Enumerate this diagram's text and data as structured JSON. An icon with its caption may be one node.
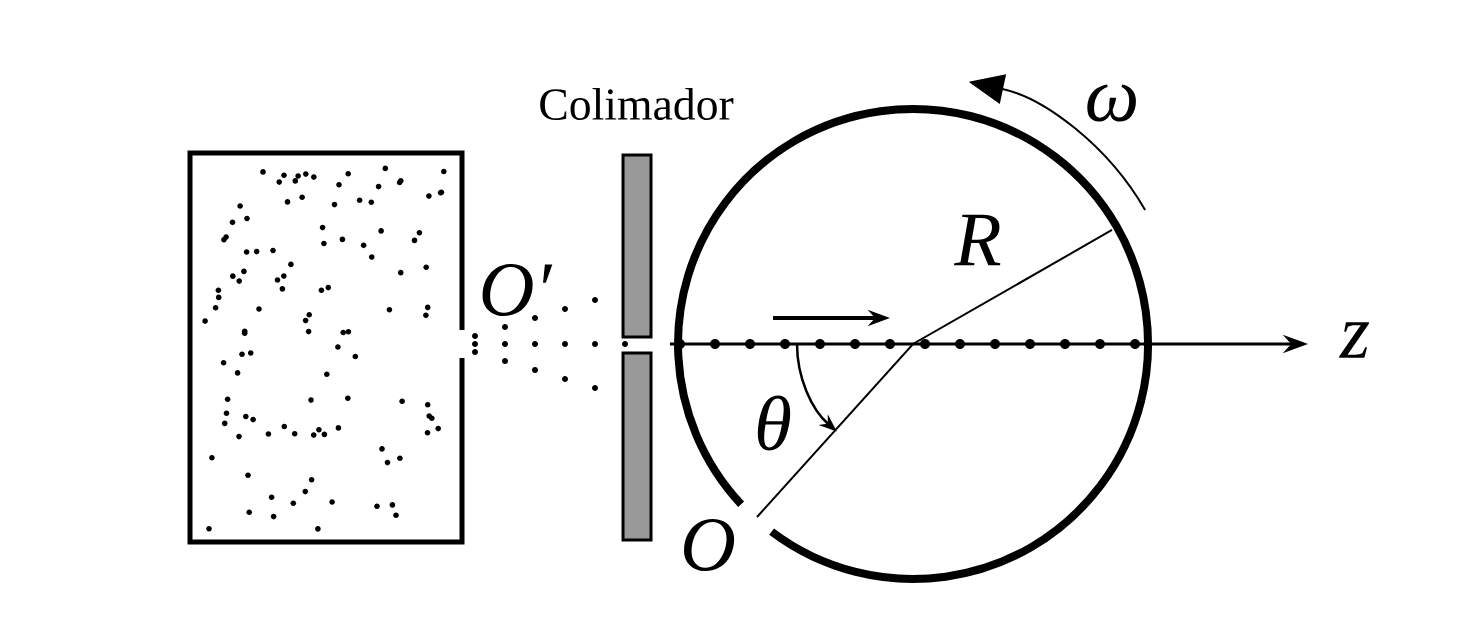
{
  "diagram": {
    "labels": [
      "Colimador",
      "O′",
      "R",
      "ω",
      "θ",
      "O",
      "z"
    ]
  }
}
